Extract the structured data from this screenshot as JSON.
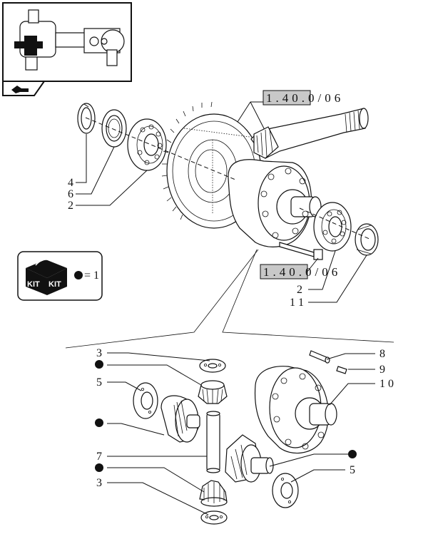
{
  "references": {
    "top": "1.40.0/06",
    "mid": "1.40.0/06"
  },
  "kit": {
    "icon_text_1": "KIT",
    "icon_text_2": "KIT",
    "quantity": "= 1"
  },
  "callouts": {
    "p4": "4",
    "p6": "6",
    "p2a": "2",
    "p2b": "2",
    "p11": "1 1",
    "p3a": "3",
    "p5a": "5",
    "p7": "7",
    "p3b": "3",
    "p8": "8",
    "p9": "9",
    "p10": "1 0",
    "p5b": "5"
  },
  "icons": {
    "overview": "axle-overview-thumbnail",
    "nav": "hand-pointer-icon",
    "kit": "kit-box-icon",
    "kit_marker": "filled-dot"
  },
  "colors": {
    "ref_box_fill": "#c8c8c8",
    "ink": "#111111"
  }
}
